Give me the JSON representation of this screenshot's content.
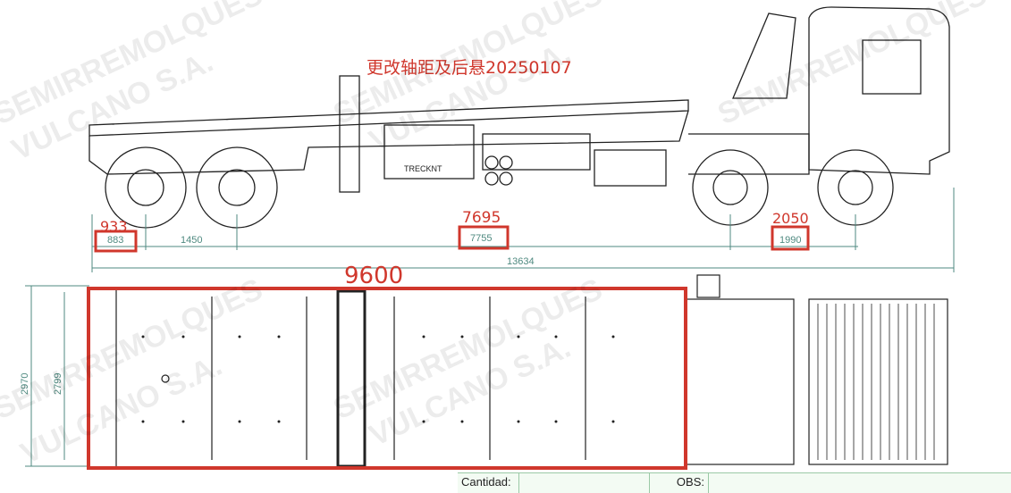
{
  "title_note": "更改轴距及后悬20250107",
  "watermark": {
    "line1": "SEMIRREMOLQUES",
    "line2": "VULCANO S.A."
  },
  "side_view": {
    "rear_overhang": {
      "original": "883",
      "revised": "933"
    },
    "tandem_spacing": "1450",
    "wheelbase": {
      "original": "7755",
      "revised": "7695"
    },
    "front_axle_spacing": {
      "original": "1990",
      "revised": "2050"
    },
    "overall_length": "13634",
    "brand_label": "TRECKNT"
  },
  "top_view": {
    "body_length": "9600",
    "overall_width": "2970",
    "body_width": "2799"
  },
  "form": {
    "quantity_label": "Cantidad:",
    "quantity_value": "",
    "obs_label": "OBS:",
    "obs_value": ""
  },
  "colors": {
    "markup_red": "#d0372c",
    "dimension_green": "#4f8a80"
  }
}
